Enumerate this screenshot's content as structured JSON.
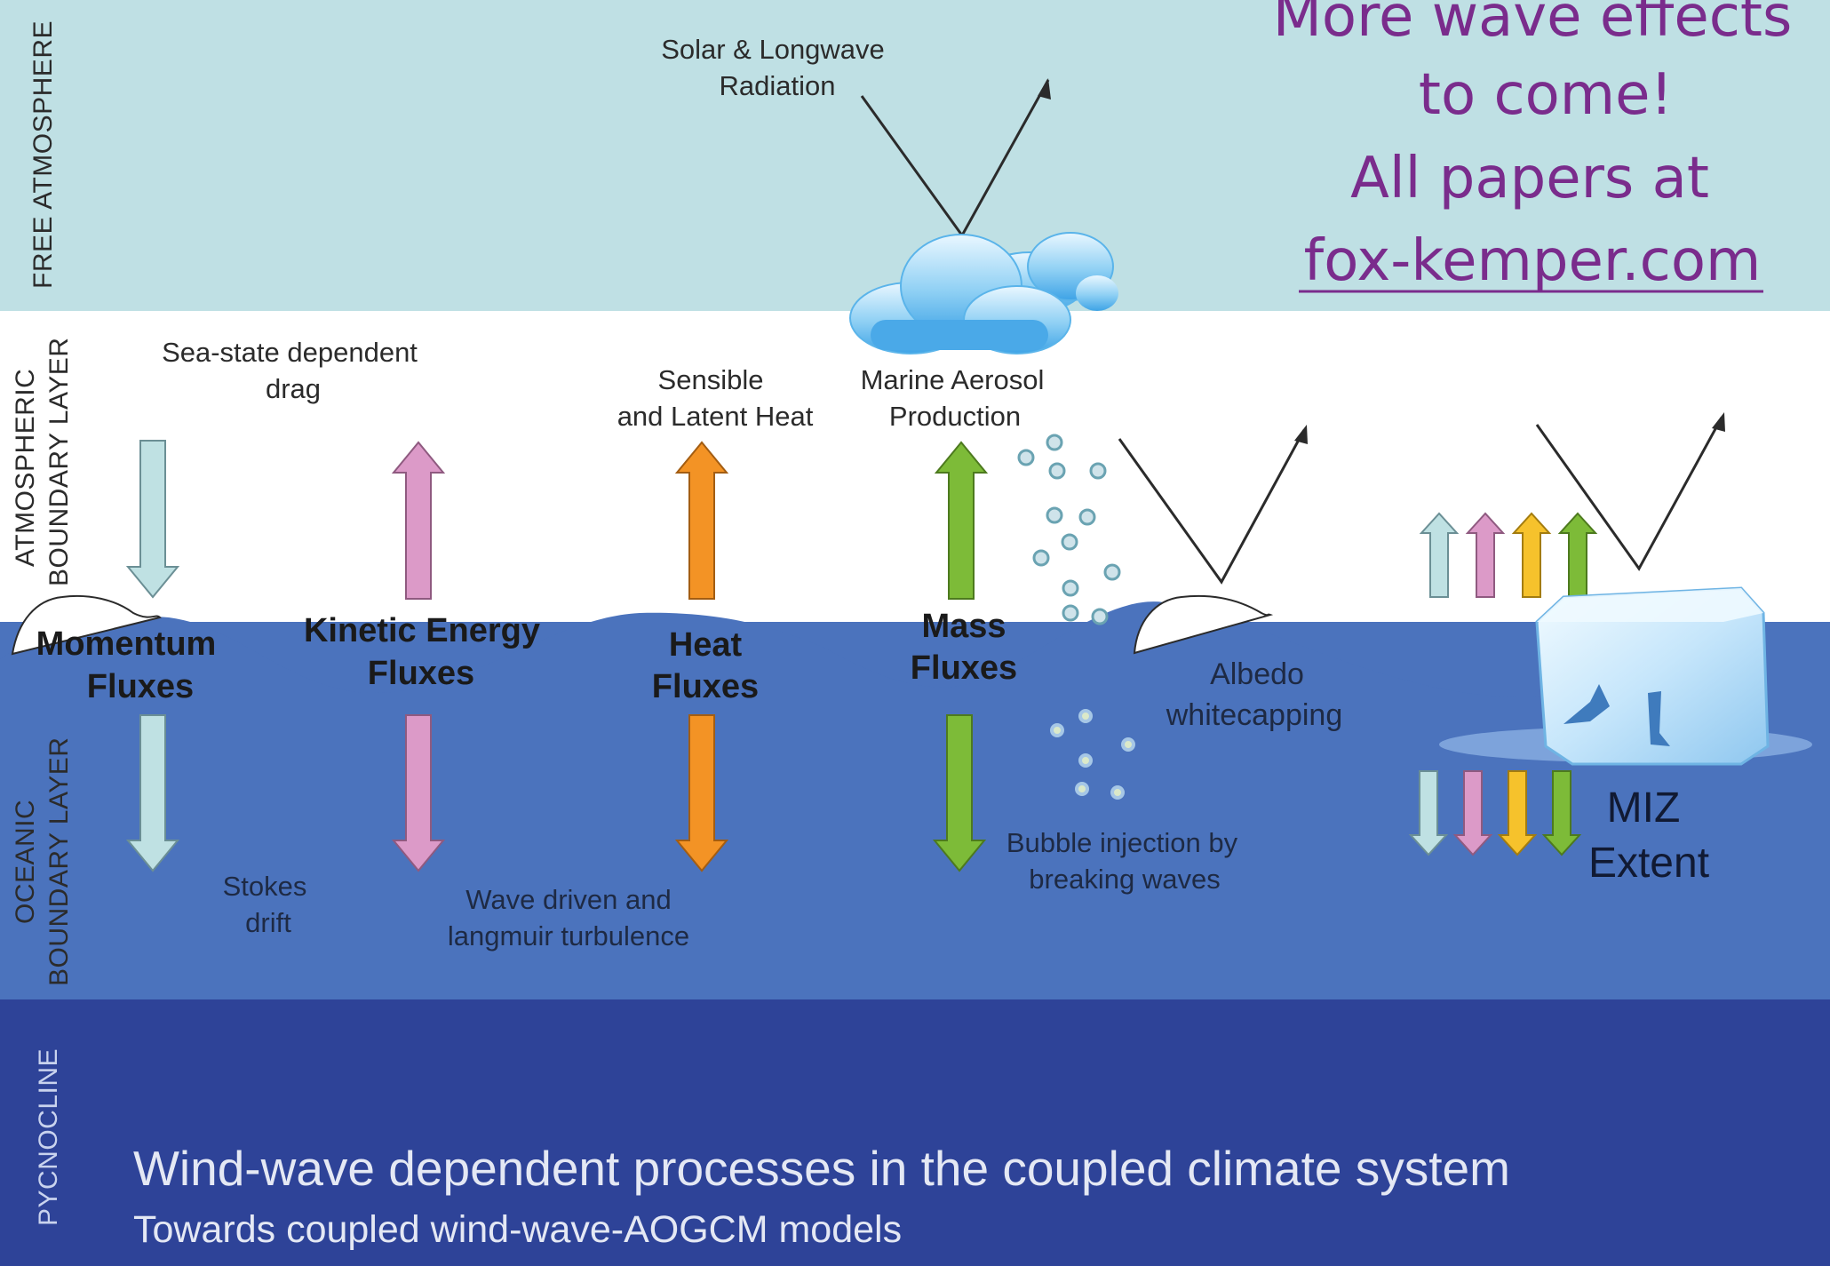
{
  "layers": {
    "free_atmosphere": "FREE ATMOSPHERE",
    "atmospheric_boundary_line1": "ATMOSPHERIC",
    "atmospheric_boundary_line2": "BOUNDARY LAYER",
    "oceanic_boundary_line1": "OCEANIC",
    "oceanic_boundary_line2": "BOUNDARY LAYER",
    "pycnocline": "PYCNOCLINE"
  },
  "note": {
    "line1": "More wave effects",
    "line2": "to come!",
    "line3": "All papers at",
    "link": "fox-kemper.com"
  },
  "labels": {
    "radiation_line1": "Solar & Longwave",
    "radiation_line2": "Radiation",
    "drag_line1": "Sea-state dependent",
    "drag_line2": "drag",
    "heat_line1": "Sensible",
    "heat_line2": "and Latent Heat",
    "aerosol_line1": "Marine Aerosol",
    "aerosol_line2": "Production",
    "albedo_line1": "Albedo",
    "albedo_line2": "whitecapping",
    "stokes_line1": "Stokes",
    "stokes_line2": "drift",
    "langmuir_line1": "Wave driven and",
    "langmuir_line2": "langmuir  turbulence",
    "bubble_line1": "Bubble injection by",
    "bubble_line2": "breaking waves",
    "miz_line1": "MIZ",
    "miz_line2": "Extent"
  },
  "fluxes": {
    "momentum_line1": "Momentum",
    "momentum_line2": "Fluxes",
    "kinetic_line1": "Kinetic Energy",
    "kinetic_line2": "Fluxes",
    "heat_line1": "Heat",
    "heat_line2": "Fluxes",
    "mass_line1": "Mass",
    "mass_line2": "Fluxes"
  },
  "title": "Wind-wave dependent processes in the coupled climate system",
  "subtitle": "Towards coupled wind-wave-AOGCM models",
  "colors": {
    "sky": "#bfe0e4",
    "boundary_air": "#ffffff",
    "ocean": "#4b73bd",
    "pycnocline": "#2e4398",
    "momentum": "#bfe1e3",
    "kinetic": "#dc9ac8",
    "heat": "#f39325",
    "mass": "#7dbb38",
    "ice_yellow": "#f6c22c",
    "note": "#7a2c8c"
  }
}
